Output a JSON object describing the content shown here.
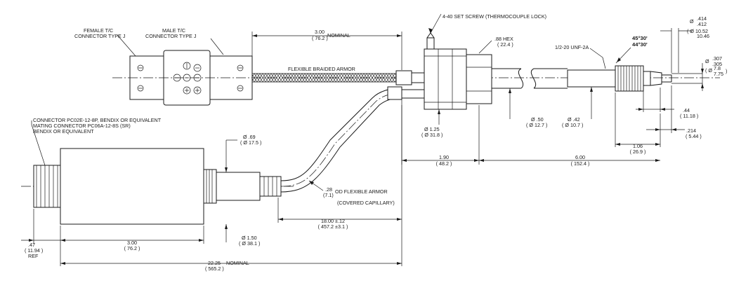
{
  "labels": {
    "female_tc_1": "FEMALE T/C",
    "female_tc_2": "CONNECTOR TYPE J",
    "male_tc_1": "MALE T/C",
    "male_tc_2": "CONNECTOR TYPE J",
    "nominal_top_val": "3.00",
    "nominal_top_mm": "( 76.2 )",
    "nominal_top_word": "NOMINAL",
    "braided_armor": "FLEXIBLE BRAIDED ARMOR",
    "set_screw": "4-40 SET SCREW (THERMOCOUPLE LOCK)",
    "hex_val": ".88 HEX",
    "hex_mm": "( 22.4 )",
    "thread": "1/2-20 UNF-2A",
    "angle_45": "45°30'",
    "angle_44": "44°30'",
    "dia_414": ".414",
    "dia_412": ".412",
    "dia_1052": "( Ø 10.52",
    "dia_1046": "10.46",
    "dia_414_prefix": "Ø",
    "dia_307": ".307",
    "dia_305": ".305",
    "dia_78": "7.8",
    "dia_775": "7.75",
    "dia_307_prefix": "Ø",
    "dia_78_prefix": "( Ø",
    "dia_775_suffix": ")",
    "dim_44": ".44",
    "dim_44_mm": "( 11.18 )",
    "dim_214": ".214",
    "dim_214_mm": "( 5.44 )",
    "dim_106": "1.06",
    "dim_106_mm": "( 26.9 )",
    "dim_50": "Ø .50",
    "dim_50_mm": "( Ø 12.7 )",
    "dim_42": "Ø .42",
    "dim_42_mm": "( Ø 10.7 )",
    "dim_125": "Ø 1.25",
    "dim_125_mm": "( Ø 31.8 )",
    "dim_190": "1.90",
    "dim_190_mm": "( 48.2 )",
    "dim_600": "6.00",
    "dim_600_mm": "( 152.4 )",
    "connector_1": "CONNECTOR PC02E-12-8P, BENDIX OR EQUIVALENT",
    "connector_2": "MATING CONNECTOR PC06A-12-8S (SR)",
    "connector_3": "BENDIX OR EQUIVALENT",
    "dim_69": "Ø .69",
    "dim_69_mm": "( Ø 17.5 )",
    "dim_28": ".28",
    "dim_28_mm": "(7.1)",
    "od_armor": "OD FLEXIBLE ARMOR",
    "covered_cap": "(COVERED CAPILLARY)",
    "dim_1800": "18.00  ±.12",
    "dim_1800_mm": "( 457.2 ±3.1 )",
    "dim_150": "Ø 1.50",
    "dim_150_mm": "( Ø 38.1 )",
    "dim_300": "3.00",
    "dim_300_mm": "( 76.2 )",
    "dim_47": ".47",
    "dim_47_mm": "( 11.94 )",
    "ref": "REF",
    "dim_2225": "22.25",
    "dim_2225_word": "NOMINAL",
    "dim_2225_mm": "( 565.2 )"
  }
}
